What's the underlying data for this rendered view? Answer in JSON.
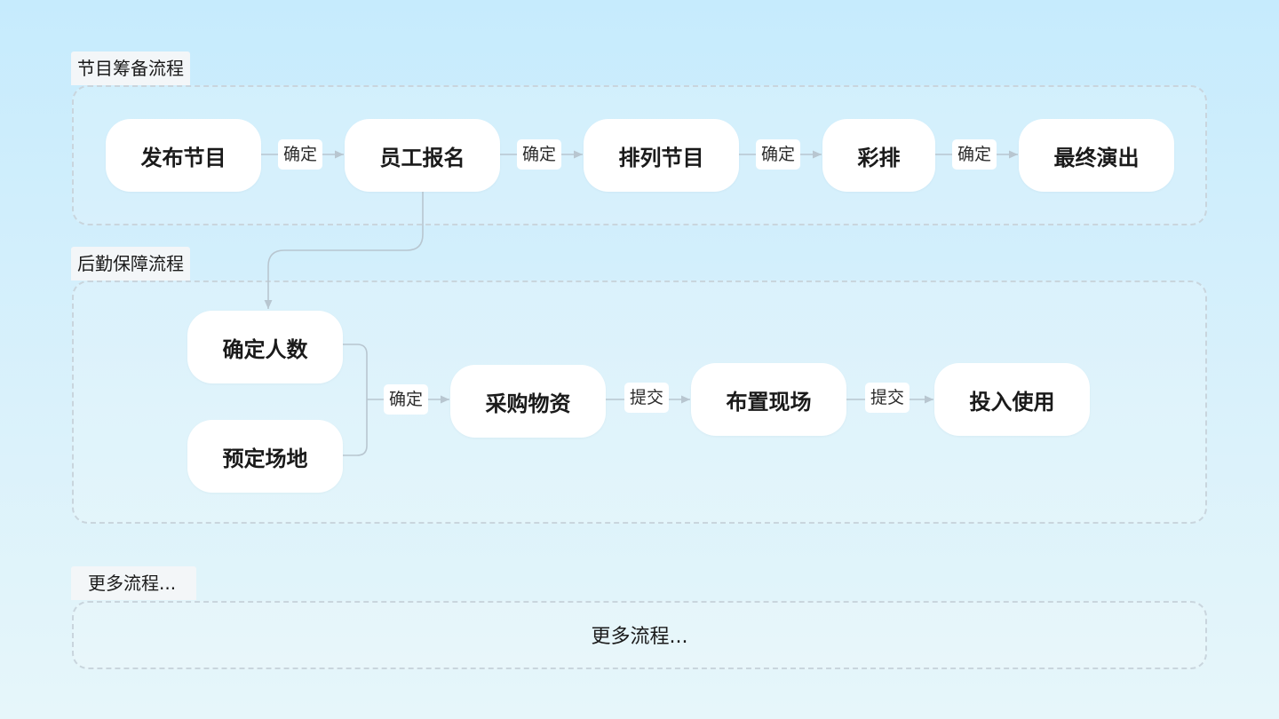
{
  "sections": {
    "prep": {
      "title": "节目筹备流程",
      "nodes": [
        "发布节目",
        "员工报名",
        "排列节目",
        "彩排",
        "最终演出"
      ],
      "edges": [
        "确定",
        "确定",
        "确定",
        "确定"
      ]
    },
    "logistics": {
      "title": "后勤保障流程",
      "nodes": [
        "确定人数",
        "预定场地",
        "采购物资",
        "布置现场",
        "投入使用"
      ],
      "edges": [
        "确定",
        "提交",
        "提交"
      ]
    },
    "more": {
      "title": "更多流程...",
      "body": "更多流程..."
    }
  },
  "colors": {
    "connector": "#b8c6d0",
    "node_fill": "#ffffff",
    "panel_border": "#c9d5dd"
  }
}
